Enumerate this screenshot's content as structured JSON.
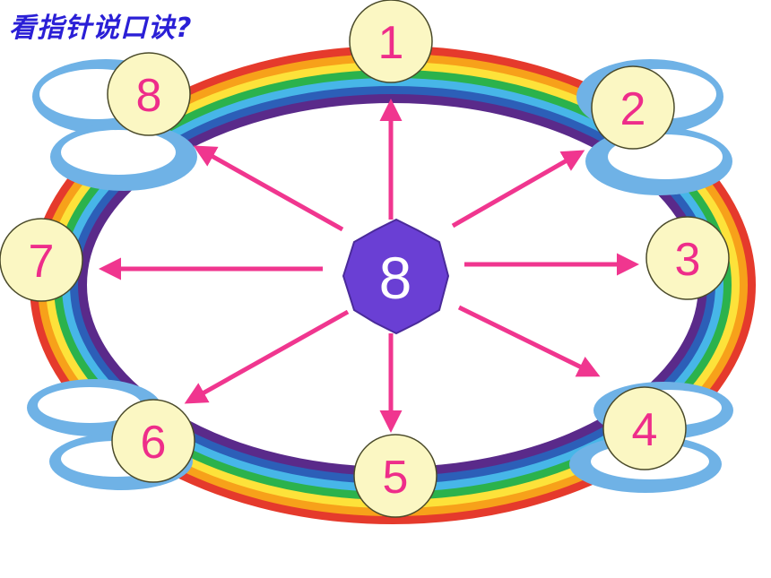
{
  "title": "看指针说口诀?",
  "center": {
    "number": "8",
    "color": "#6a3fd4"
  },
  "outer": [
    {
      "number": "1"
    },
    {
      "number": "2"
    },
    {
      "number": "3"
    },
    {
      "number": "4"
    },
    {
      "number": "5"
    },
    {
      "number": "6"
    },
    {
      "number": "7"
    },
    {
      "number": "8"
    }
  ],
  "colors": {
    "title": "#2a1fd6",
    "arrow": "#f0368f",
    "number": "#ee2d8a",
    "circle_fill": "#fbf7c3",
    "rainbow": [
      "#e53a2c",
      "#f7a11a",
      "#fde23a",
      "#2bb24c",
      "#47b6e8",
      "#2c5fb8",
      "#5a2a8a"
    ]
  }
}
